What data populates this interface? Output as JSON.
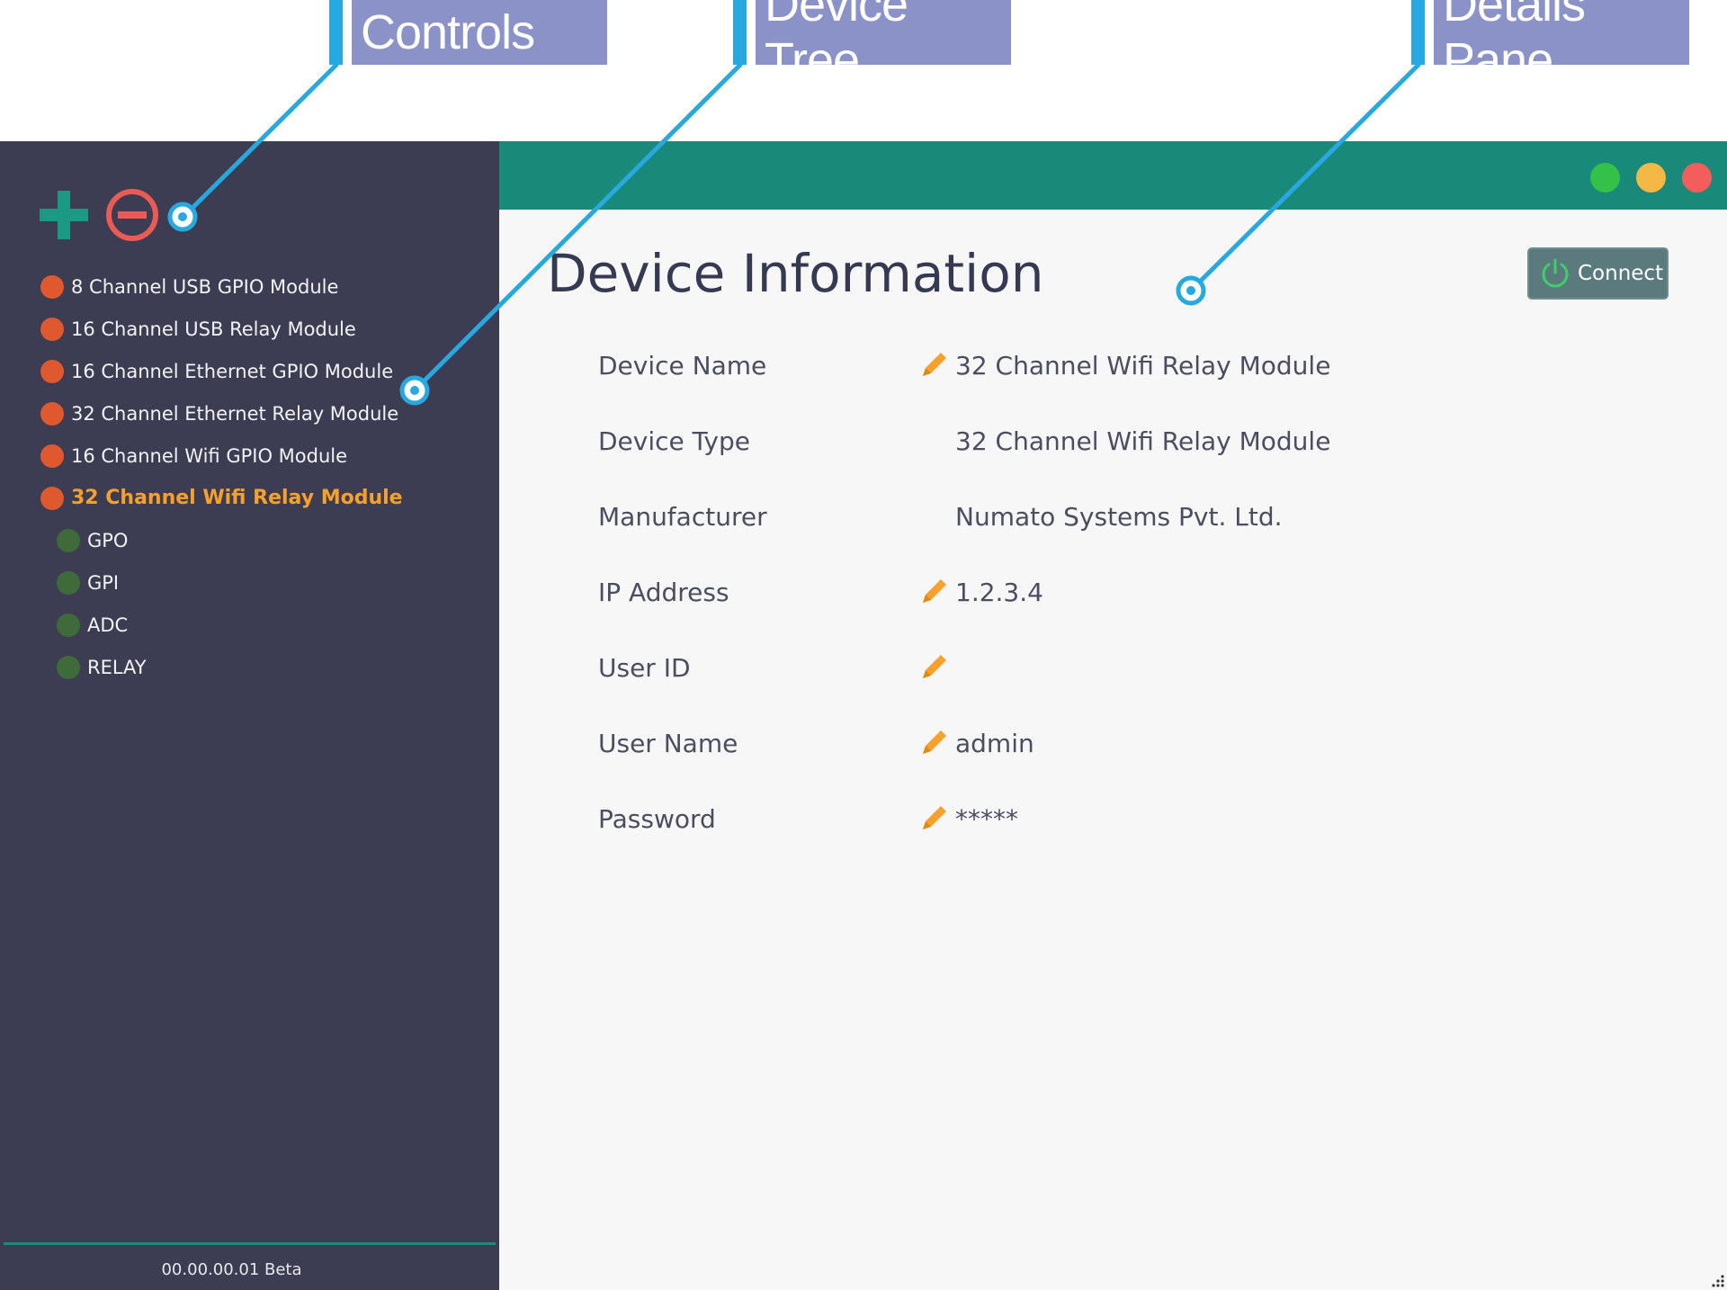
{
  "callouts": {
    "controls": "Controls",
    "device_tree": "Device Tree",
    "details_pane": "Details Pane"
  },
  "controls": {
    "add_icon": "plus-icon",
    "remove_icon": "minus-circle-icon"
  },
  "tree": {
    "devices": [
      "8 Channel USB GPIO Module",
      "16 Channel USB Relay Module",
      "16 Channel Ethernet GPIO Module",
      "32 Channel Ethernet Relay Module",
      "16 Channel Wifi GPIO Module",
      "32 Channel Wifi Relay Module"
    ],
    "selected_device": "32 Channel Wifi Relay Module",
    "children": [
      "GPO",
      "GPI",
      "ADC",
      "RELAY"
    ]
  },
  "footer": {
    "version": "00.00.00.01 Beta"
  },
  "details": {
    "title": "Device Information",
    "connect_label": "Connect",
    "fields": [
      {
        "label": "Device Name",
        "value": "32 Channel Wifi Relay Module",
        "editable": true
      },
      {
        "label": "Device Type",
        "value": "32 Channel Wifi Relay Module",
        "editable": false
      },
      {
        "label": "Manufacturer",
        "value": "Numato Systems Pvt. Ltd.",
        "editable": false
      },
      {
        "label": "IP Address",
        "value": "1.2.3.4",
        "editable": true
      },
      {
        "label": "User ID",
        "value": "",
        "editable": true
      },
      {
        "label": "User Name",
        "value": "admin",
        "editable": true
      },
      {
        "label": "Password",
        "value": "*****",
        "editable": true
      }
    ]
  },
  "colors": {
    "sidebar_bg": "#3c3d52",
    "titlebar": "#198a7a",
    "accent_orange": "#f7a12c",
    "device_dot": "#e0582e",
    "child_dot": "#3f6b3a",
    "callout_bg": "#8a92c8",
    "callout_line": "#27a8e0"
  }
}
